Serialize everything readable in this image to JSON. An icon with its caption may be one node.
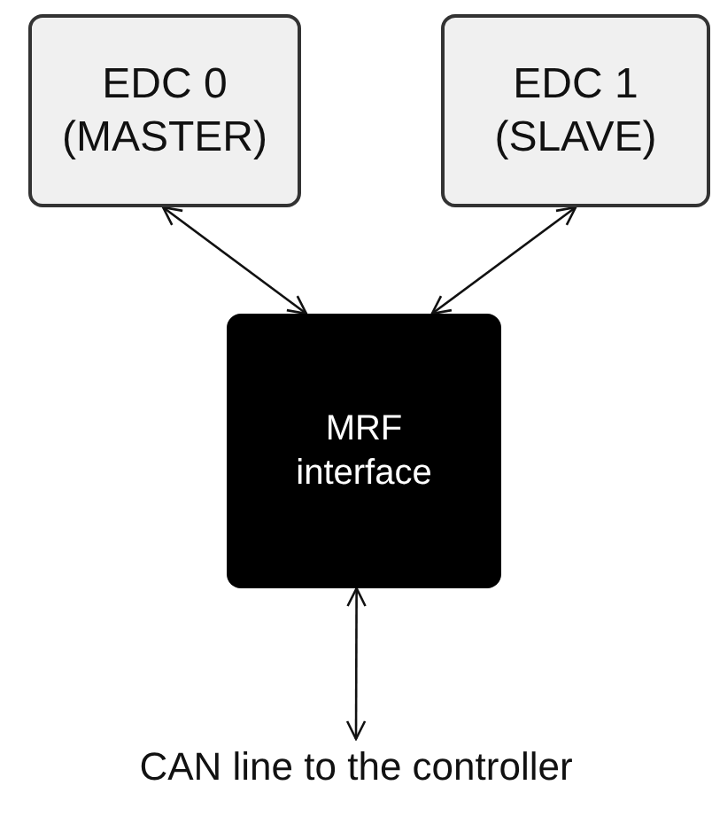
{
  "diagram": {
    "nodes": [
      {
        "text": [
          "EDC 0 (MASTER)"
        ]
      },
      {
        "text": [
          "EDC 1 (SLAVE)"
        ]
      },
      {
        "text": [
          "MRF interface"
        ]
      },
      {
        "text": [
          "CAN line to the controller"
        ]
      }
    ],
    "edges": [
      {
        "from": 0,
        "to": 2,
        "arrow": "both"
      },
      {
        "from": 1,
        "to": 2,
        "arrow": "both"
      },
      {
        "from": 2,
        "to": 3,
        "arrow": "both"
      }
    ]
  }
}
